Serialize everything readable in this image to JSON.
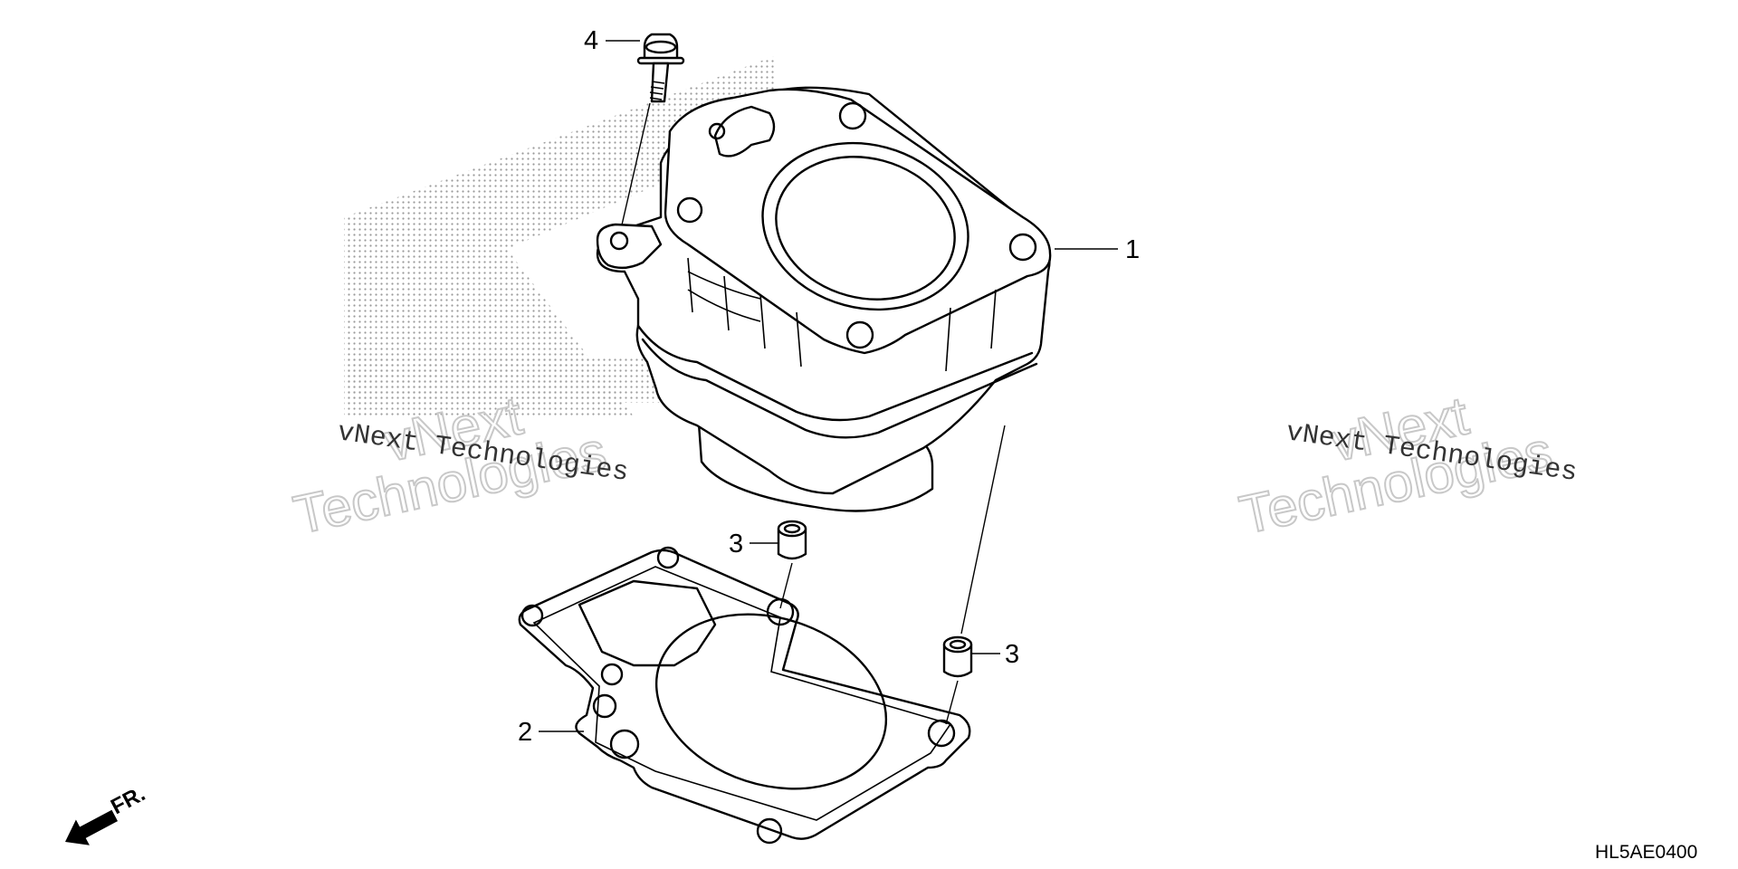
{
  "callouts": {
    "part_1": "1",
    "part_2": "2",
    "part_3_top": "3",
    "part_3_right": "3",
    "part_4": "4"
  },
  "front_indicator": "FR.",
  "diagram_code": "HL5AE0400",
  "watermarks": {
    "mono_text": "vNext Technologies",
    "outline_line1": "vNext",
    "outline_line2": "Technologies"
  },
  "colors": {
    "line": "#000000",
    "background": "#ffffff",
    "stipple": "#b0b0b0",
    "watermark_outline": "#c8c8c8"
  },
  "icons": [
    "front-arrow-icon"
  ]
}
